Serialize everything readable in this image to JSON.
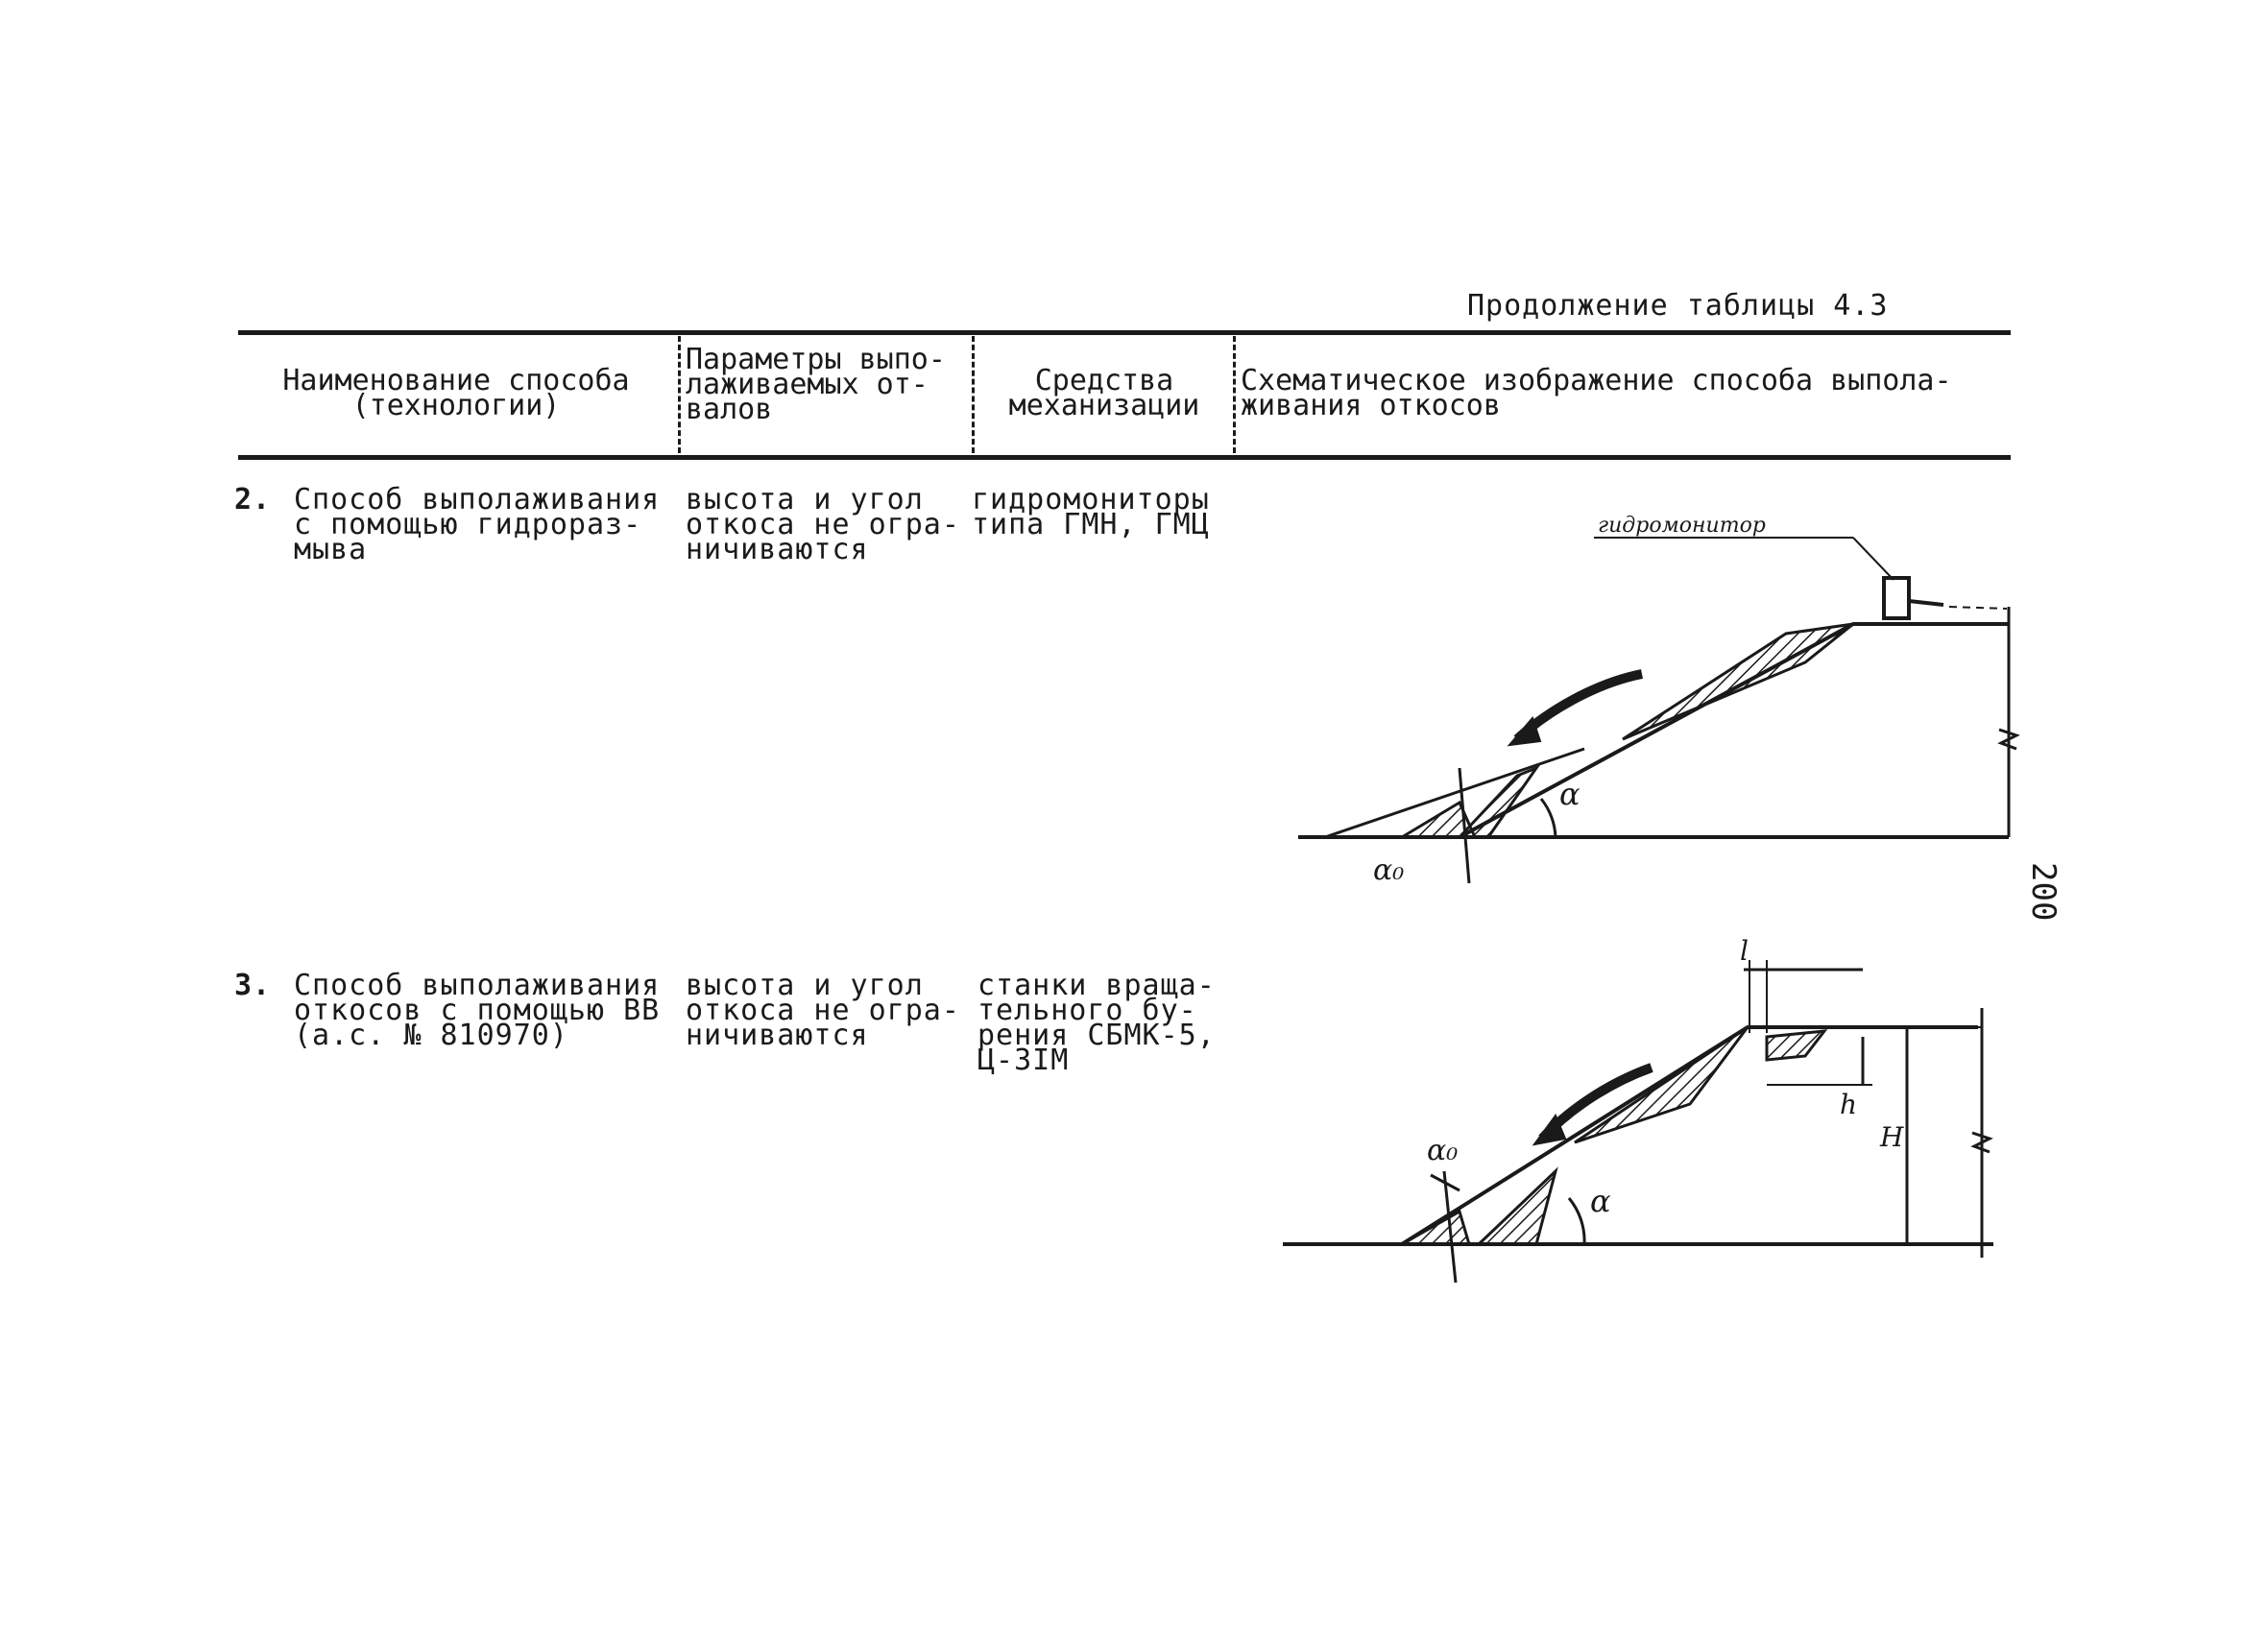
{
  "caption": "Продолжение таблицы 4.3",
  "headers": {
    "c1": "Наименование способа\n(технологии)",
    "c2": "Параметры выпо-\nлаживаемых от-\nвалов",
    "c3": "Средства\nмеханизации",
    "c4": "Схематическое изображение способа выпола-\nживания откосов"
  },
  "rows": [
    {
      "num": "2.",
      "name": "Способ выполаживания\nс помощью гидроразмыва",
      "name_lines": [
        "Способ выполаживания",
        "с помощью гидрораз-",
        "мыва"
      ],
      "params_lines": [
        "высота и угол",
        "откоса не огра-",
        "ничиваются"
      ],
      "means_lines": [
        "гидромониторы",
        "типа ГМН, ГМЦ"
      ],
      "diagram": {
        "labels": {
          "monitor": "гидромонитор",
          "alpha": "α",
          "alpha0": "α₀"
        }
      }
    },
    {
      "num": "3.",
      "name_lines": [
        "Способ выполаживания",
        "откосов с помощью ВВ",
        "(а.с. № 810970)"
      ],
      "params_lines": [
        "высота и угол",
        "откоса не огра-",
        "ничиваются"
      ],
      "means_lines": [
        "станки враща-",
        "тельного бу-",
        "рения СБМК-5,",
        "Ц-3ІМ"
      ],
      "diagram": {
        "labels": {
          "l": "l",
          "h": "h",
          "H": "H",
          "alpha": "α",
          "alpha0": "α₀"
        }
      }
    }
  ],
  "page_number": "200"
}
